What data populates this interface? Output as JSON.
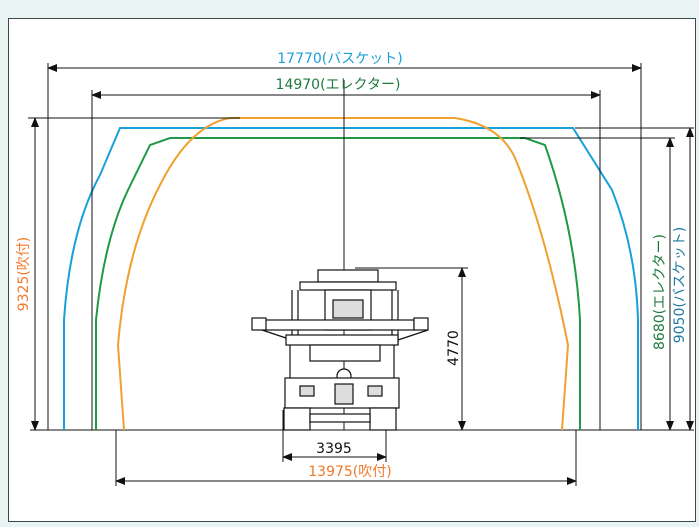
{
  "colors": {
    "basket": "#1aa0d8",
    "erector": "#1f9a46",
    "spray": "#f0a030",
    "black": "#111111"
  },
  "labels": {
    "width_basket": "17770(バスケット)",
    "width_erector": "14970(エレクター)",
    "width_spray": "13975(吹付)",
    "width_machine": "3395",
    "height_machine": "4770",
    "height_spray": "9325(吹付)",
    "height_erector": "8680(エレクター)",
    "height_basket": "9050(バスケット)"
  }
}
